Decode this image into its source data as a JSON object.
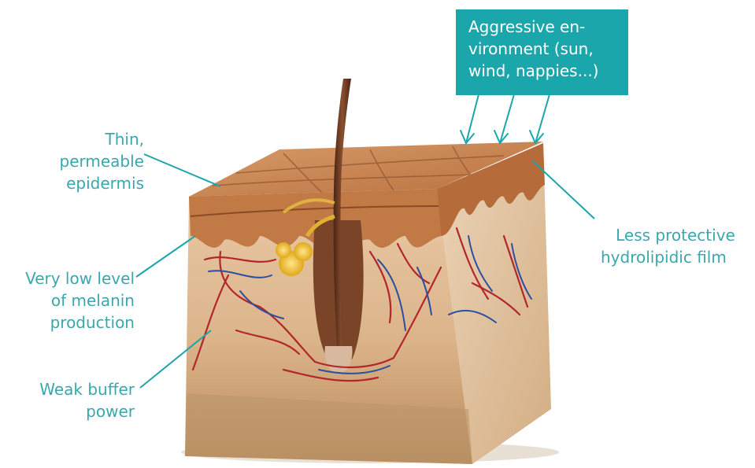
{
  "labels": {
    "epidermis": [
      "Thin,",
      "permeable",
      "epidermis"
    ],
    "melanin": [
      "Very low level",
      "of melanin",
      "production"
    ],
    "buffer": [
      "Weak buffer",
      "power"
    ],
    "film": [
      "Less protective",
      "hydrolipidic film"
    ]
  },
  "environment_box": [
    "Aggressive en-",
    "vironment (sun,",
    "wind, nappies...)"
  ],
  "colors": {
    "accent": "#1aa6aa",
    "label_text": "#3aa7ad",
    "skin_surface": "#c98a5a",
    "dermis": "#e3c19c",
    "vessel_red": "#b3262c",
    "vessel_blue": "#2a4fa0",
    "hair": "#6b3a22"
  }
}
